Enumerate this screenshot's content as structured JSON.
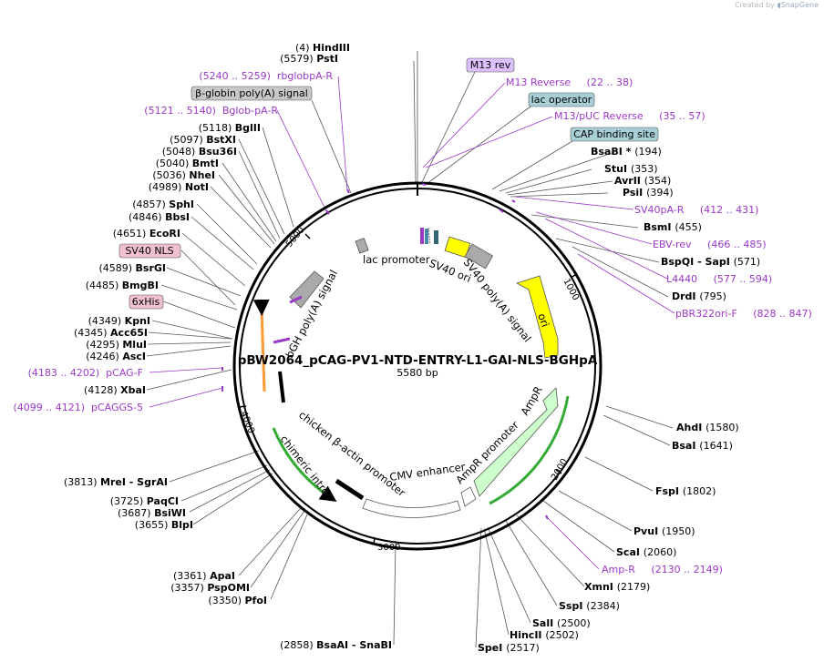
{
  "app": {
    "credit_prefix": "Created by",
    "credit_brand": "SnapGene"
  },
  "plasmid": {
    "name": "pBW2064_pCAG-PV1-NTD-ENTRY-L1-GAI-NLS-BGHpA",
    "length_label": "5580 bp",
    "length": 5580
  },
  "colors": {
    "primer": "#9a38c8",
    "ori": "#ffff00",
    "ampr": "#ccffcc",
    "bghpa": "#aaaaaa",
    "cag_arrow": "#ff9933",
    "green_bracket": "#33aa33",
    "m13_tag": "#dcc0ff",
    "lacop_tag": "#a8cfd6",
    "gray_tag": "#c8c8c8",
    "pink_tag": "#f0c0d0"
  },
  "ticks": [
    "1000",
    "2000",
    "3000",
    "4000",
    "5000"
  ],
  "features": {
    "ori": "ori",
    "ampr": "AmpR",
    "ampr_promoter": "AmpR promoter",
    "cmv_enhancer": "CMV enhancer",
    "chicken_actin_promoter": "chicken β-actin promoter",
    "chimeric_intron": "chimeric intron",
    "bgh_polya": "bGH poly(A) signal",
    "lac_promoter": "lac promoter",
    "sv40_ori": "SV40 ori",
    "sv40_polya": "SV40 poly(A) signal"
  },
  "enzymes": [
    {
      "pos": "(4)",
      "name": "HindIII"
    },
    {
      "pos": "(5579)",
      "name": "PstI"
    },
    {
      "pos": "(194)",
      "name": "BsaBI *"
    },
    {
      "pos": "(353)",
      "name": "StuI"
    },
    {
      "pos": "(354)",
      "name": "AvrII"
    },
    {
      "pos": "(394)",
      "name": "PsiI"
    },
    {
      "pos": "(455)",
      "name": "BsmI"
    },
    {
      "pos": "(571)",
      "name": "BspQI  - SapI"
    },
    {
      "pos": "(795)",
      "name": "DrdI"
    },
    {
      "pos": "(1580)",
      "name": "AhdI"
    },
    {
      "pos": "(1641)",
      "name": "BsaI"
    },
    {
      "pos": "(1802)",
      "name": "FspI"
    },
    {
      "pos": "(1950)",
      "name": "PvuI"
    },
    {
      "pos": "(2060)",
      "name": "ScaI"
    },
    {
      "pos": "(2179)",
      "name": "XmnI"
    },
    {
      "pos": "(2384)",
      "name": "SspI"
    },
    {
      "pos": "(2500)",
      "name": "SalI"
    },
    {
      "pos": "(2502)",
      "name": "HincII"
    },
    {
      "pos": "(2517)",
      "name": "SpeI"
    },
    {
      "pos": "(2858)",
      "name": "BsaAI  - SnaBI"
    },
    {
      "pos": "(3350)",
      "name": "PfoI"
    },
    {
      "pos": "(3357)",
      "name": "PspOMI"
    },
    {
      "pos": "(3361)",
      "name": "ApaI"
    },
    {
      "pos": "(3655)",
      "name": "BlpI"
    },
    {
      "pos": "(3687)",
      "name": "BsiWI"
    },
    {
      "pos": "(3725)",
      "name": "PaqCI"
    },
    {
      "pos": "(3813)",
      "name": "MreI  - SgrAI"
    },
    {
      "pos": "(4128)",
      "name": "XbaI"
    },
    {
      "pos": "(4246)",
      "name": "AscI"
    },
    {
      "pos": "(4295)",
      "name": "MluI"
    },
    {
      "pos": "(4345)",
      "name": "Acc65I"
    },
    {
      "pos": "(4349)",
      "name": "KpnI"
    },
    {
      "pos": "(4485)",
      "name": "BmgBI"
    },
    {
      "pos": "(4589)",
      "name": "BsrGI"
    },
    {
      "pos": "(4651)",
      "name": "EcoRI"
    },
    {
      "pos": "(4846)",
      "name": "BbsI"
    },
    {
      "pos": "(4857)",
      "name": "SphI"
    },
    {
      "pos": "(4989)",
      "name": "NotI"
    },
    {
      "pos": "(5036)",
      "name": "NheI"
    },
    {
      "pos": "(5040)",
      "name": "BmtI"
    },
    {
      "pos": "(5048)",
      "name": "Bsu36I"
    },
    {
      "pos": "(5097)",
      "name": "BstXI"
    },
    {
      "pos": "(5118)",
      "name": "BglII"
    }
  ],
  "primers": [
    {
      "name": "M13 Reverse",
      "pos": "(22 .. 38)"
    },
    {
      "name": "M13/pUC Reverse",
      "pos": "(35 .. 57)"
    },
    {
      "name": "SV40pA-R",
      "pos": "(412 .. 431)"
    },
    {
      "name": "EBV-rev",
      "pos": "(466 .. 485)"
    },
    {
      "name": "L4440",
      "pos": "(577 .. 594)"
    },
    {
      "name": "pBR322ori-F",
      "pos": "(828 .. 847)"
    },
    {
      "name": "Amp-R",
      "pos": "(2130 .. 2149)"
    },
    {
      "name": "pCAGGS-5",
      "pos": "(4099 .. 4121)"
    },
    {
      "name": "pCAG-F",
      "pos": "(4183 .. 4202)"
    },
    {
      "name": "Bglob-pA-R",
      "pos": "(5121 .. 5140)"
    },
    {
      "name": "rbglobpA-R",
      "pos": "(5240 .. 5259)"
    }
  ],
  "tags": {
    "m13_rev": "M13 rev",
    "lac_operator": "lac operator",
    "cap_binding_site": "CAP binding site",
    "bglobin_polya": "β-globin poly(A) signal",
    "sv40_nls": "SV40 NLS",
    "his6": "6xHis"
  }
}
